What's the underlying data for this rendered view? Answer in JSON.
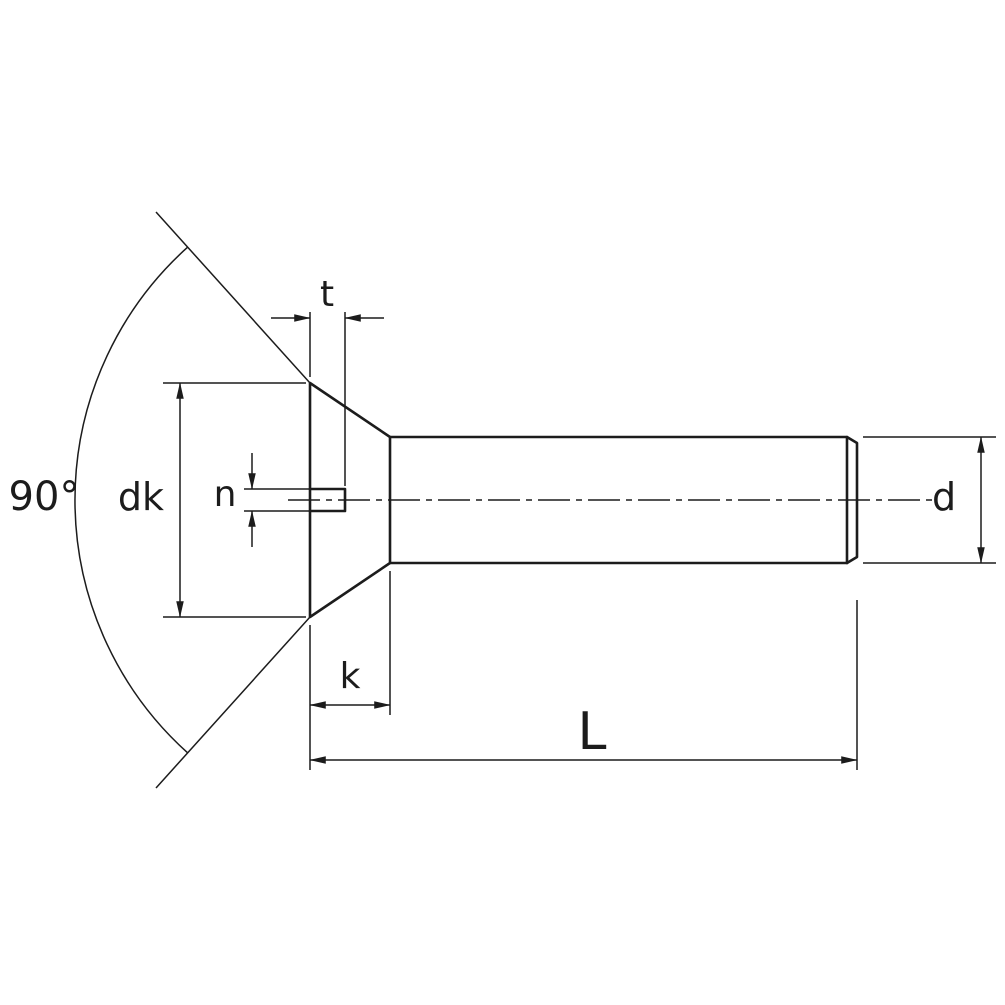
{
  "drawing": {
    "labels": {
      "angle": "90°",
      "head_diameter": "dk",
      "slot_width": "n",
      "slot_depth": "t",
      "head_height": "k",
      "length": "L",
      "shank_diameter": "d"
    },
    "colors": {
      "background": "#ffffff",
      "line": "#1c1c1c"
    }
  }
}
